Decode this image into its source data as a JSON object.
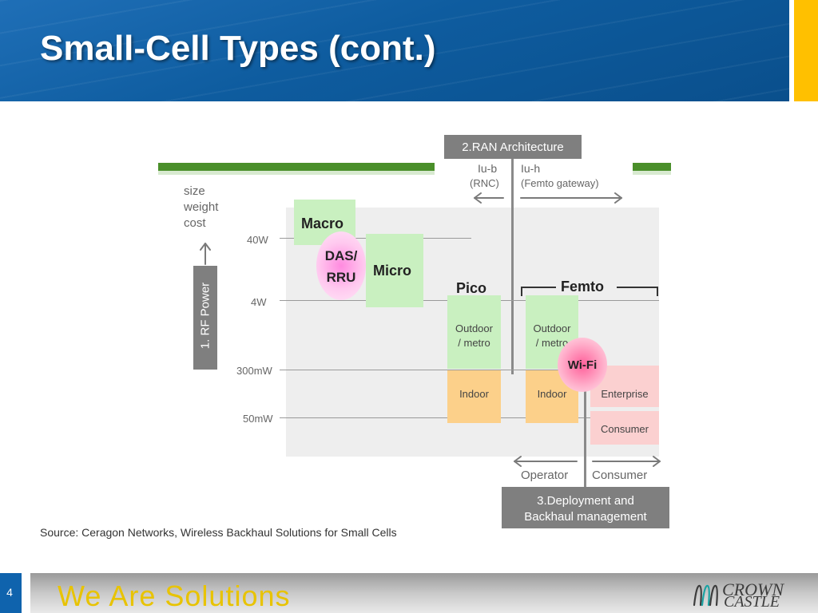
{
  "slide": {
    "title": "Small-Cell Types (cont.)",
    "source": "Source: Ceragon Networks,  Wireless Backhaul Solutions for Small Cells",
    "page_number": "4",
    "tagline": "We Are Solutions",
    "logo": {
      "line1": "CROWN",
      "line2": "CASTLE"
    }
  },
  "colors": {
    "header_blue": "#0e5c9f",
    "accent_yellow": "#ffc000",
    "green_bar": "#4a8f2a",
    "macro_green": "#c9f0c0",
    "indoor_orange": "#fcd08a",
    "wifi_pink": "#fbd0d0",
    "label_gray": "#7a7a7a"
  },
  "diagram": {
    "ran_label": "2.RAN Architecture",
    "iub": "Iu-b",
    "rnc": "(RNC)",
    "iuh": "Iu-h",
    "femto_gw": "(Femto gateway)",
    "axis_note": [
      "size",
      "weight",
      "cost"
    ],
    "rf_power_label": "1. RF Power",
    "power_levels": [
      "40W",
      "4W",
      "300mW",
      "50mW"
    ],
    "macro": "Macro",
    "micro": "Micro",
    "das": [
      "DAS/",
      "RRU"
    ],
    "pico": "Pico",
    "femto": "Femto",
    "outdoor_metro": [
      "Outdoor",
      "/ metro"
    ],
    "indoor": "Indoor",
    "wifi": "Wi-Fi",
    "enterprise": "Enterprise",
    "consumer_box": "Consumer",
    "operator": "Operator",
    "consumer": "Consumer",
    "deployment_label": [
      "3.Deployment and",
      "Backhaul management"
    ]
  }
}
